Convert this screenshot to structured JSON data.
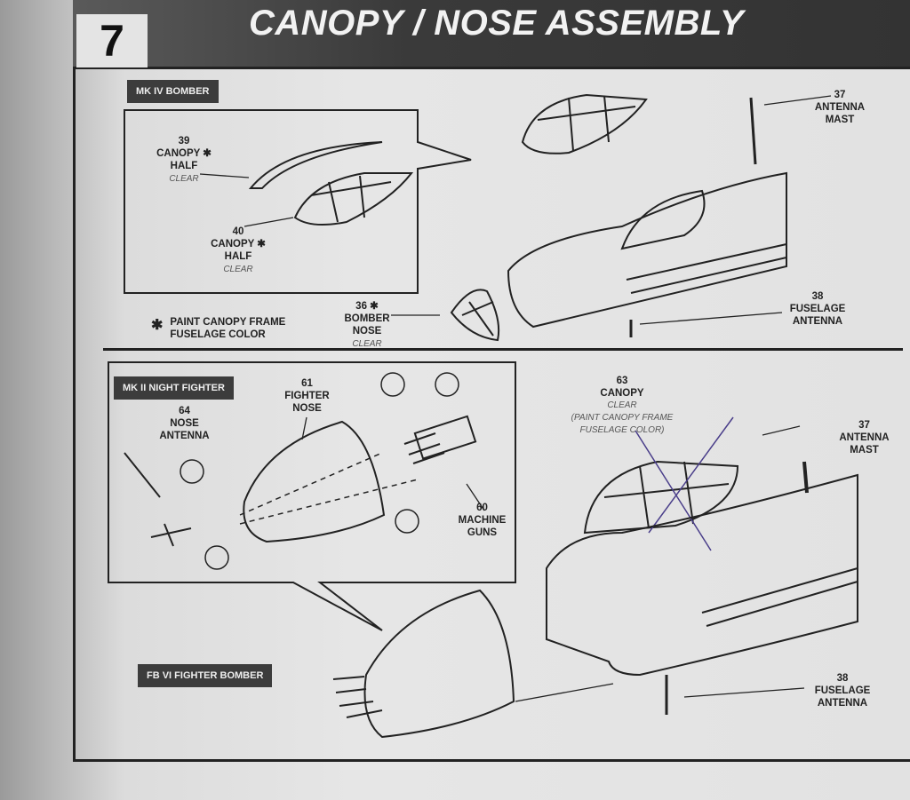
{
  "step": {
    "number": "7",
    "title": "CANOPY / NOSE ASSEMBLY"
  },
  "mk4": {
    "tag": "MK IV BOMBER",
    "p39": {
      "num": "39",
      "name": "CANOPY",
      "name2": "HALF",
      "mat": "CLEAR"
    },
    "p40": {
      "num": "40",
      "name": "CANOPY",
      "name2": "HALF",
      "mat": "CLEAR"
    },
    "p36": {
      "num": "36",
      "name": "BOMBER",
      "name2": "NOSE",
      "mat": "CLEAR"
    },
    "note": "PAINT CANOPY FRAME",
    "note2": "FUSELAGE COLOR",
    "p37": {
      "num": "37",
      "name": "ANTENNA",
      "name2": "MAST"
    },
    "p38": {
      "num": "38",
      "name": "FUSELAGE",
      "name2": "ANTENNA"
    }
  },
  "mk2": {
    "tag": "MK II NIGHT FIGHTER",
    "p64": {
      "num": "64",
      "name": "NOSE",
      "name2": "ANTENNA"
    },
    "p61": {
      "num": "61",
      "name": "FIGHTER",
      "name2": "NOSE"
    },
    "p60": {
      "num": "60",
      "name": "MACHINE",
      "name2": "GUNS"
    },
    "p63": {
      "num": "63",
      "name": "CANOPY",
      "mat": "CLEAR",
      "note": "(PAINT CANOPY FRAME",
      "note2": "FUSELAGE COLOR)"
    },
    "p37": {
      "num": "37",
      "name": "ANTENNA",
      "name2": "MAST"
    },
    "p38": {
      "num": "38",
      "name": "FUSELAGE",
      "name2": "ANTENNA"
    }
  },
  "fb6": {
    "tag": "FB VI FIGHTER BOMBER"
  },
  "asterisk": "✱"
}
